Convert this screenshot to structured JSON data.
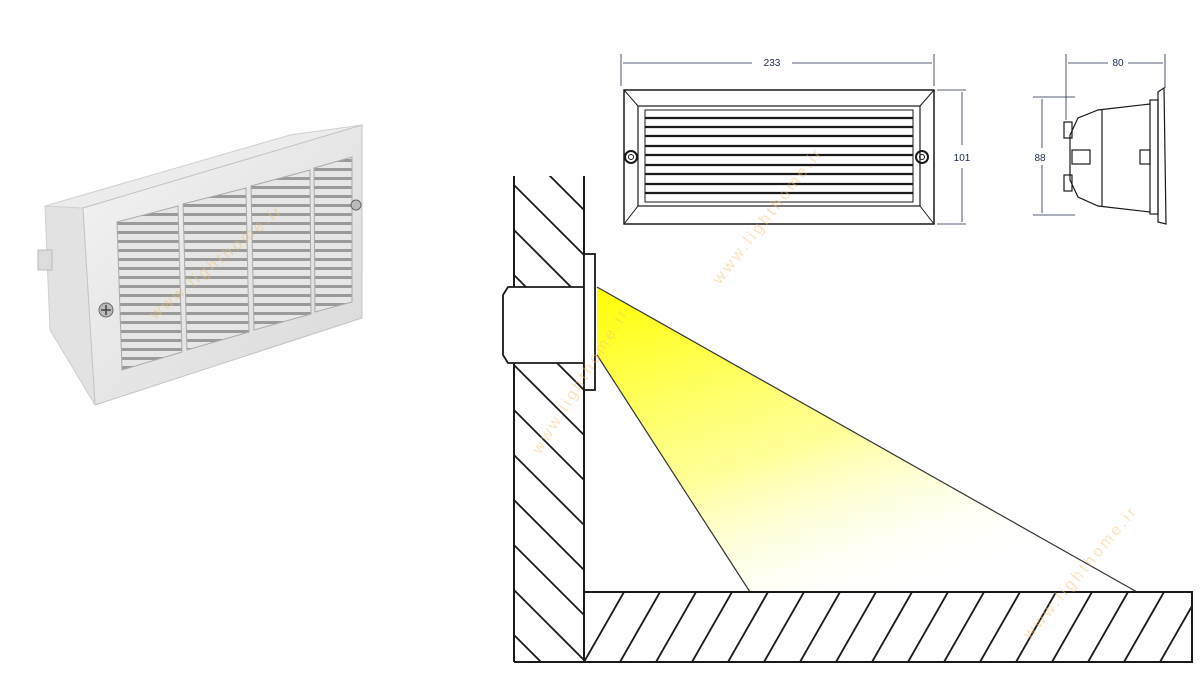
{
  "dimensions": {
    "front_width": "233",
    "front_height": "101",
    "side_depth": "80",
    "side_height": "88"
  },
  "watermark": "www.lighthome.ir",
  "colors": {
    "beam": "#ffff00",
    "line": "#1a1a1a",
    "dimension": "#1e2a4a",
    "watermark": "#f3c070"
  }
}
